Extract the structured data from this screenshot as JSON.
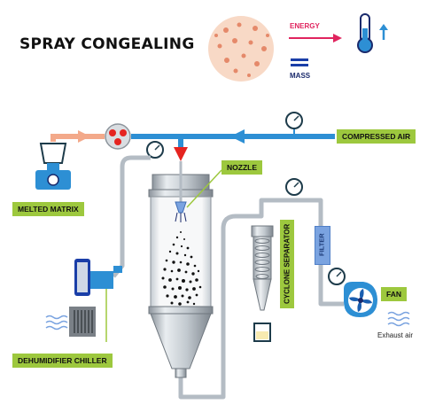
{
  "title": "SPRAY CONGEALING",
  "legend": {
    "energy": "ENERGY",
    "mass": "MASS"
  },
  "labels": {
    "compressed_air": "COMPRESSED AIR",
    "nozzle": "NOZZLE",
    "melted_matrix": "MELTED MATRIX",
    "filter": "FILTER",
    "cyclone_separator": "CYCLONE SEPARATOR",
    "fan": "FAN",
    "exhaust_air": "Exhaust air",
    "dehumidifier_chiller": "DEHUMIDIFIER CHILLER"
  },
  "colors": {
    "label_bg": "#9dc83e",
    "pipe_grey": "#b4bcc4",
    "air_blue": "#2d8fd4",
    "matrix_orange": "#f3a98a",
    "energy_red": "#e0245e",
    "mass_navy": "#1a2a6c",
    "nozzle_red": "#e52420"
  },
  "icons": [
    "thermometer-icon",
    "pressure-gauge-icon",
    "scale-icon",
    "fan-icon",
    "pump-icon",
    "warm-air-icon"
  ]
}
